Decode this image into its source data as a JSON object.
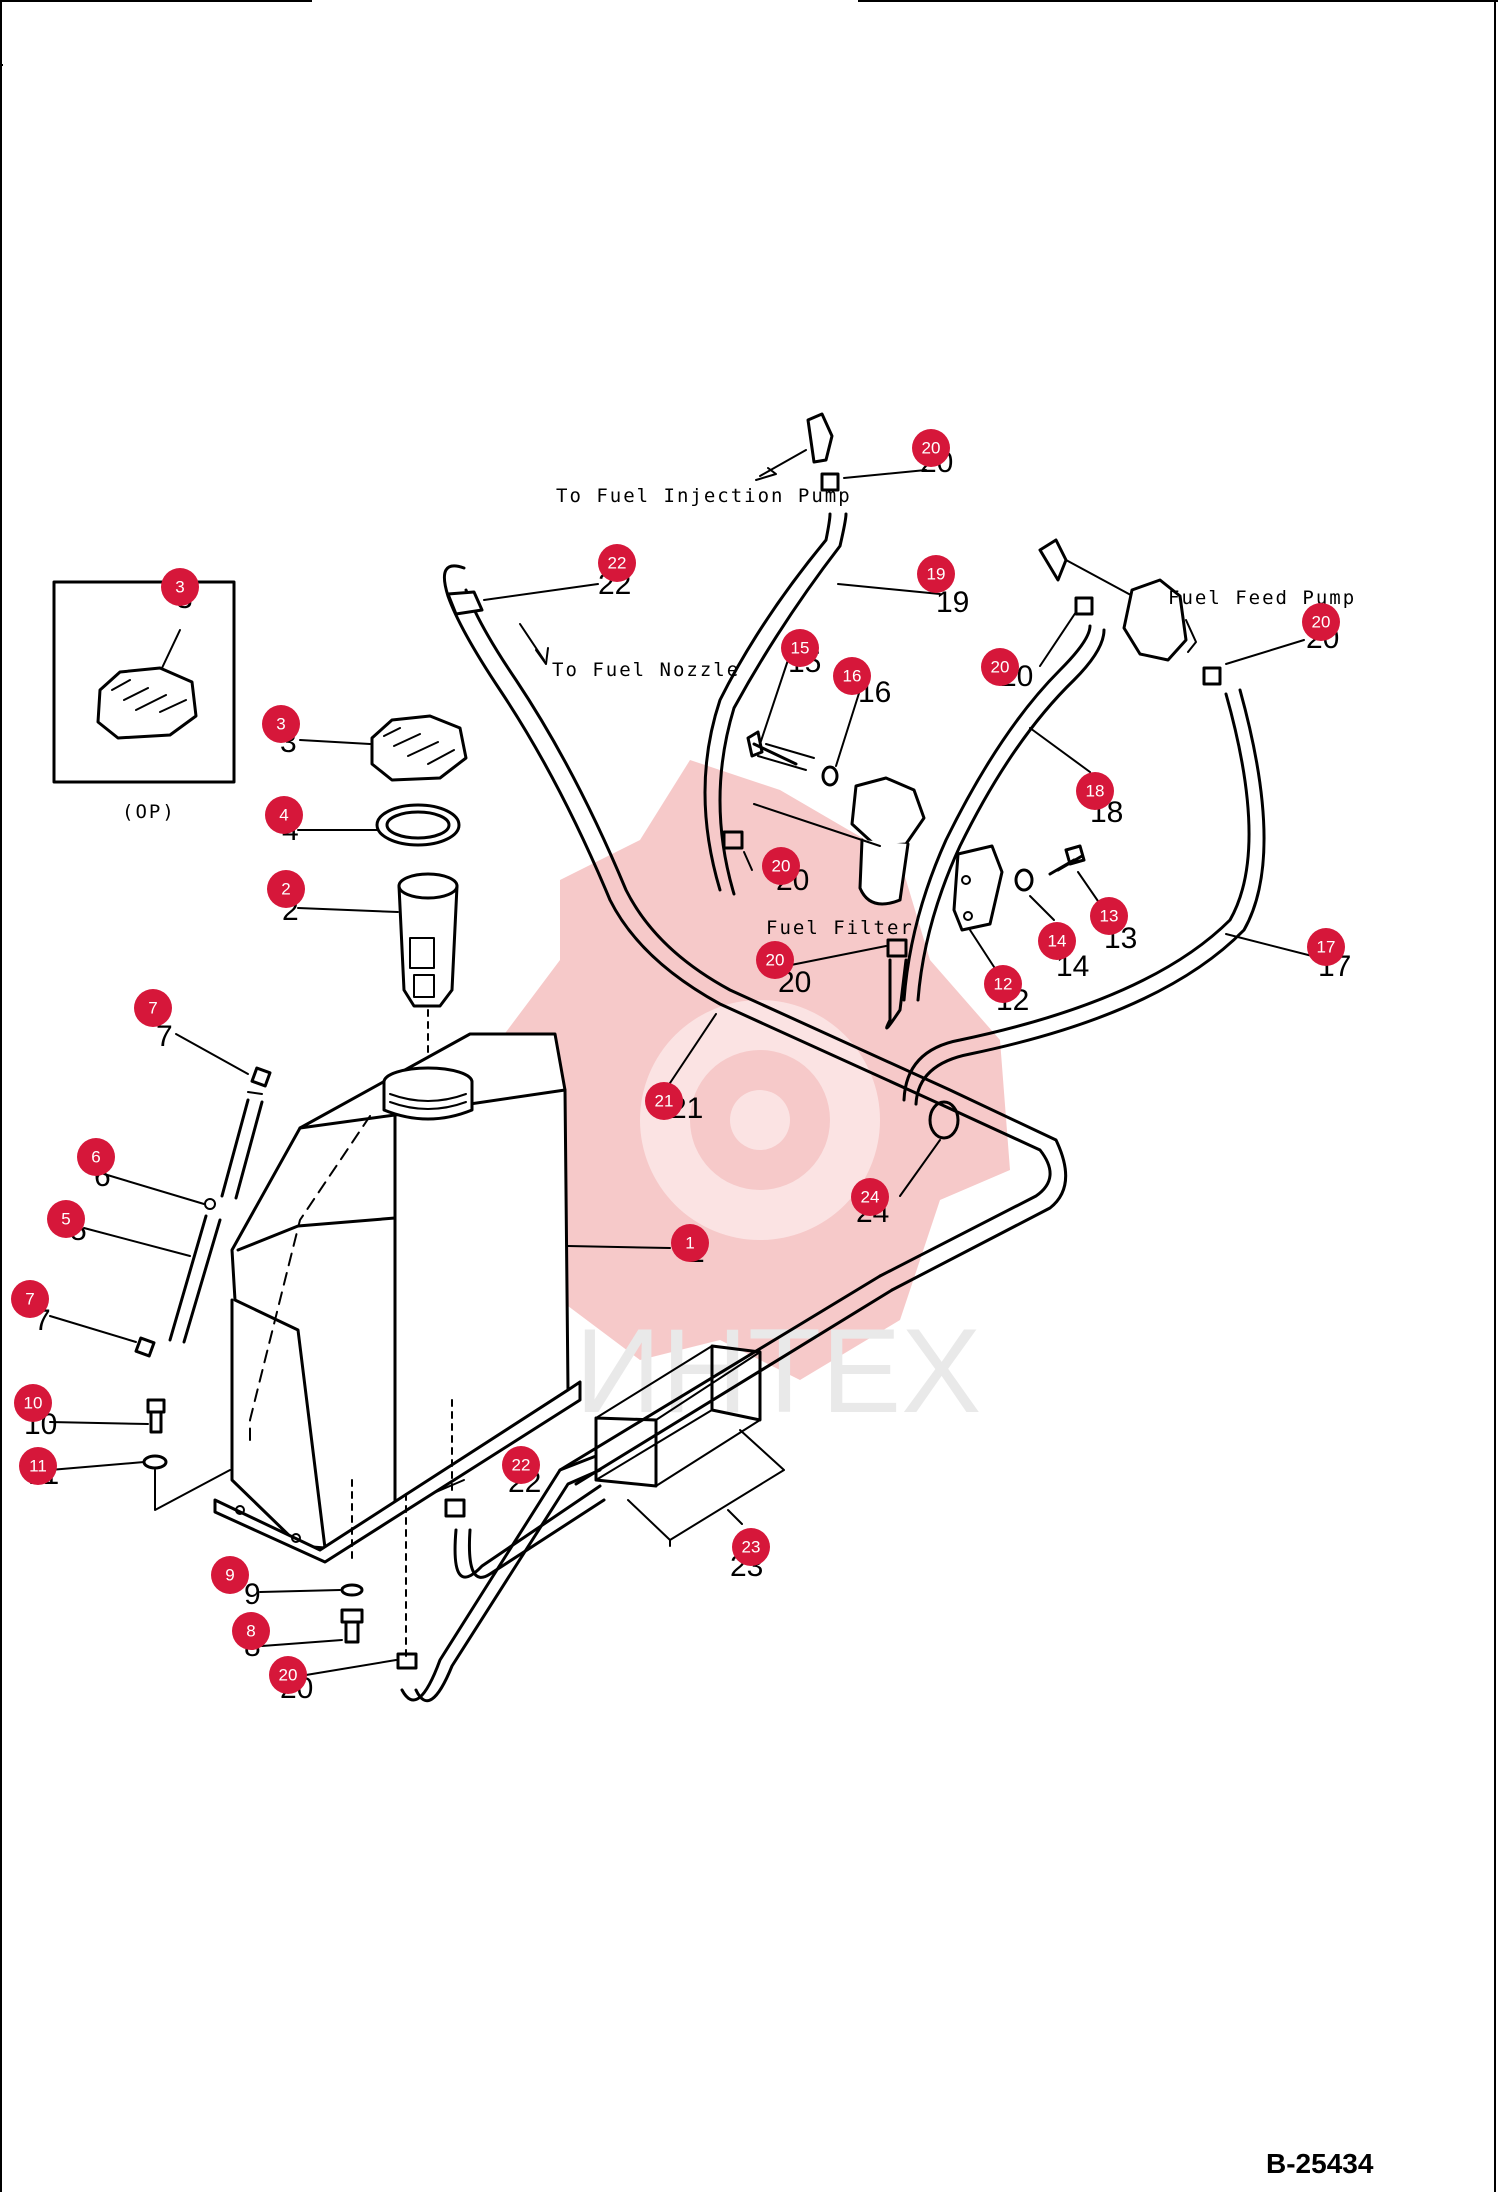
{
  "diagram": {
    "document_code": "B-25434",
    "watermark_text": "ИНТЕХ",
    "labels": {
      "to_fuel_injection_pump": "To Fuel Injection Pump",
      "to_fuel_nozzle": "To Fuel Nozzle",
      "fuel_feed_pump": "Fuel Feed Pump",
      "fuel_filter": "Fuel Filter",
      "optional": "(OP)"
    },
    "printed_numbers": [
      "1",
      "2",
      "3",
      "3",
      "4",
      "5",
      "6",
      "7",
      "7",
      "8",
      "9",
      "10",
      "11",
      "12",
      "13",
      "14",
      "15",
      "16",
      "17",
      "18",
      "19",
      "20",
      "20",
      "20",
      "20",
      "20",
      "20",
      "21",
      "22",
      "22",
      "23",
      "24"
    ],
    "callouts": [
      "1",
      "2",
      "3",
      "3",
      "4",
      "5",
      "6",
      "7",
      "7",
      "8",
      "9",
      "10",
      "11",
      "12",
      "13",
      "14",
      "15",
      "16",
      "17",
      "18",
      "19",
      "20",
      "20",
      "20",
      "20",
      "20",
      "20",
      "21",
      "22",
      "22",
      "23",
      "24"
    ]
  },
  "colors": {
    "callout_fill": "#d6173a",
    "callout_text": "#ffffff",
    "line": "#000000",
    "watermark": "#f6c9c9",
    "watermark_text": "#e9e9e9"
  }
}
